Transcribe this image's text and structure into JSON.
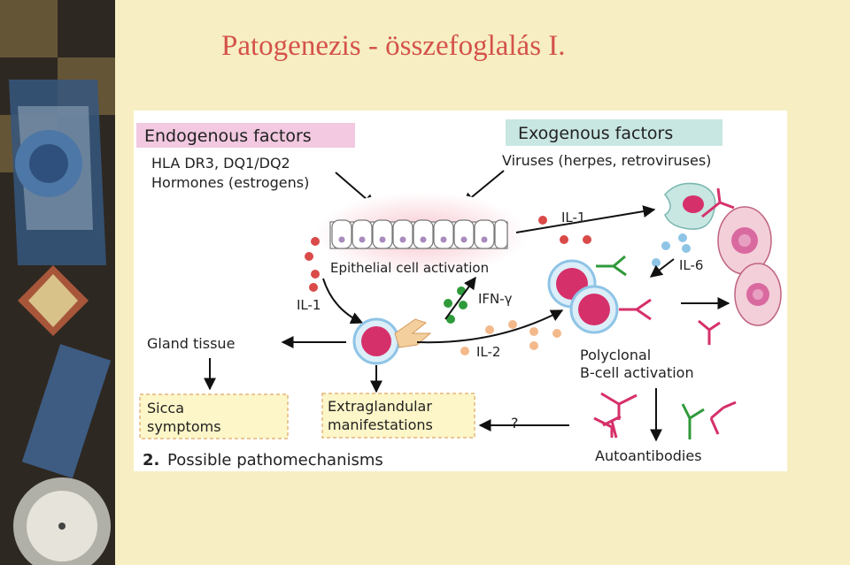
{
  "slide": {
    "title": "Patogenezis - összefoglalás I."
  },
  "diagram": {
    "endogenous": {
      "heading": "Endogenous factors",
      "line1": "HLA DR3, DQ1/DQ2",
      "line2": "Hormones (estrogens)"
    },
    "exogenous": {
      "heading": "Exogenous factors",
      "line1": "Viruses (herpes, retroviruses)"
    },
    "labels": {
      "epithelial": "Epithelial cell activation",
      "il1_left": "IL-1",
      "il1_top": "IL-1",
      "il6": "IL-6",
      "ifn": "IFN-γ",
      "il2": "IL-2",
      "gland": "Gland tissue",
      "polyclonal1": "Polyclonal",
      "polyclonal2": "B-cell activation",
      "question": "?",
      "autoantibodies": "Autoantibodies"
    },
    "boxes": {
      "sicca1": "Sicca",
      "sicca2": "symptoms",
      "extra1": "Extraglandular",
      "extra2": "manifestations"
    },
    "caption": {
      "number": "2.",
      "text": "Possible pathomechanisms"
    },
    "colors": {
      "pink_box": "#f2c9e0",
      "teal_box": "#c8e6e2",
      "yellow_box": "#fdf6c8",
      "magenta": "#d6306b",
      "red_dot": "#d94a48",
      "green": "#2f9a3a",
      "blue_dot": "#8ec4e6",
      "orange_dot": "#f3b98b"
    }
  }
}
